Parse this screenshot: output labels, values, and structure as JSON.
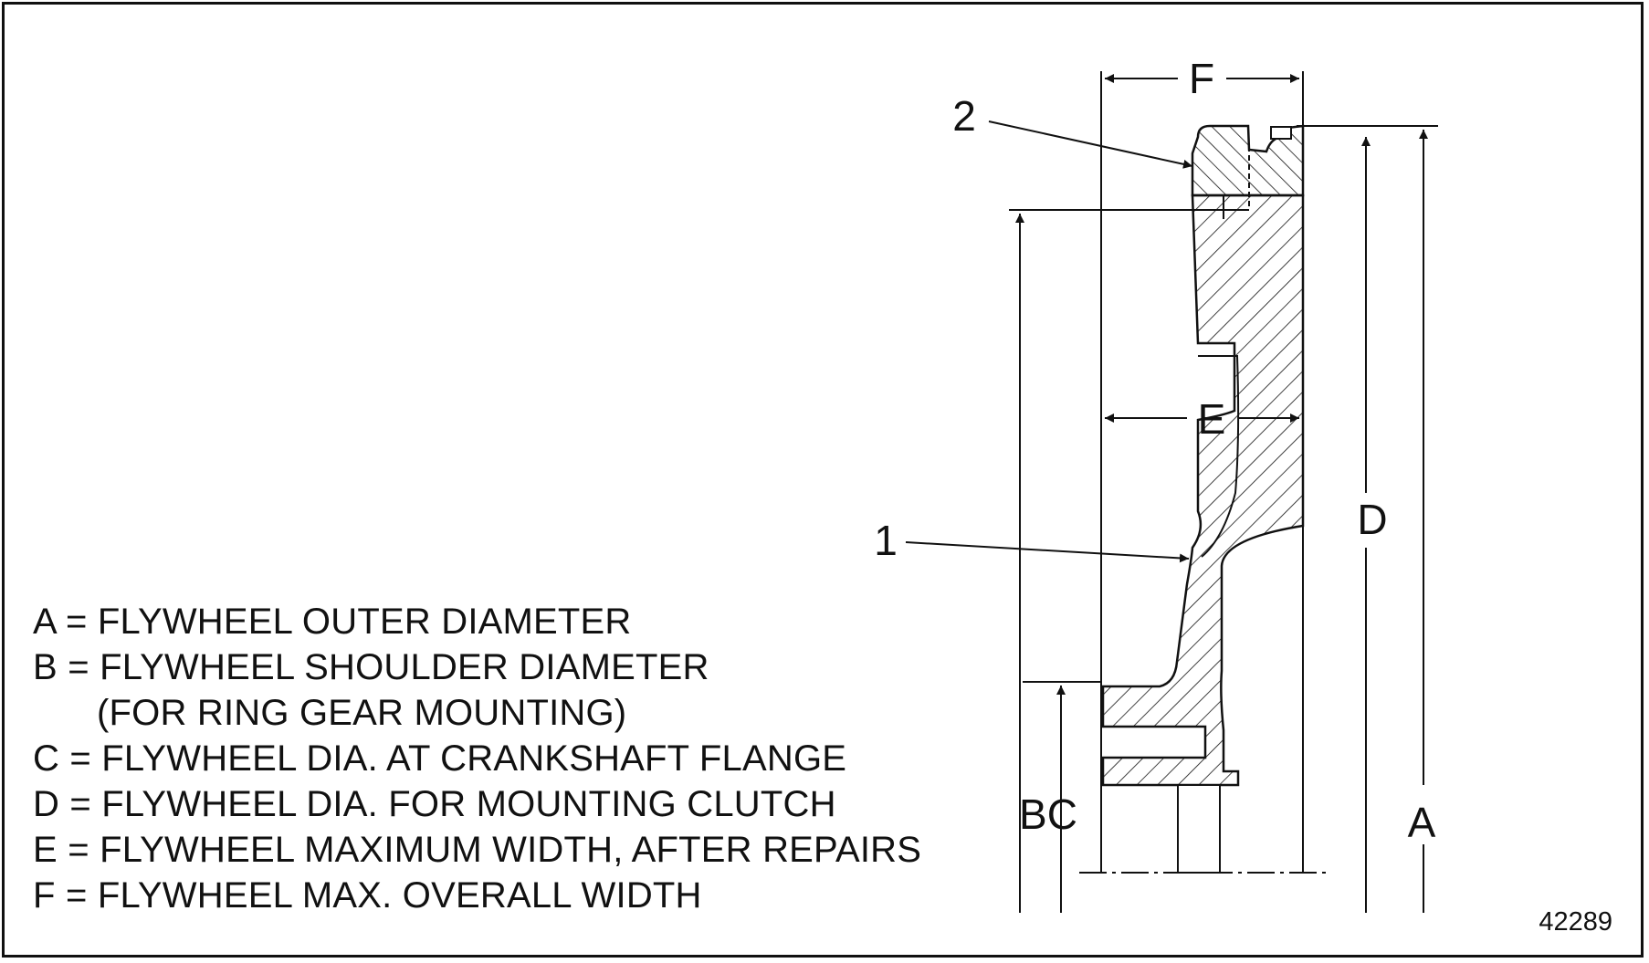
{
  "legend": [
    "A = FLYWHEEL OUTER DIAMETER",
    "B = FLYWHEEL SHOULDER DIAMETER",
    "(FOR RING GEAR MOUNTING)",
    "C = FLYWHEEL DIA. AT CRANKSHAFT FLANGE",
    "D = FLYWHEEL DIA. FOR MOUNTING CLUTCH",
    "E = FLYWHEEL MAXIMUM WIDTH, AFTER REPAIRS",
    "F = FLYWHEEL MAX. OVERALL WIDTH"
  ],
  "dimensions": {
    "a": "A",
    "bc": "BC",
    "d": "D",
    "e": "E",
    "f": "F"
  },
  "callouts": {
    "one": "1",
    "two": "2"
  },
  "figure_number": "42289",
  "colors": {
    "line": "#111111",
    "background": "#ffffff"
  }
}
